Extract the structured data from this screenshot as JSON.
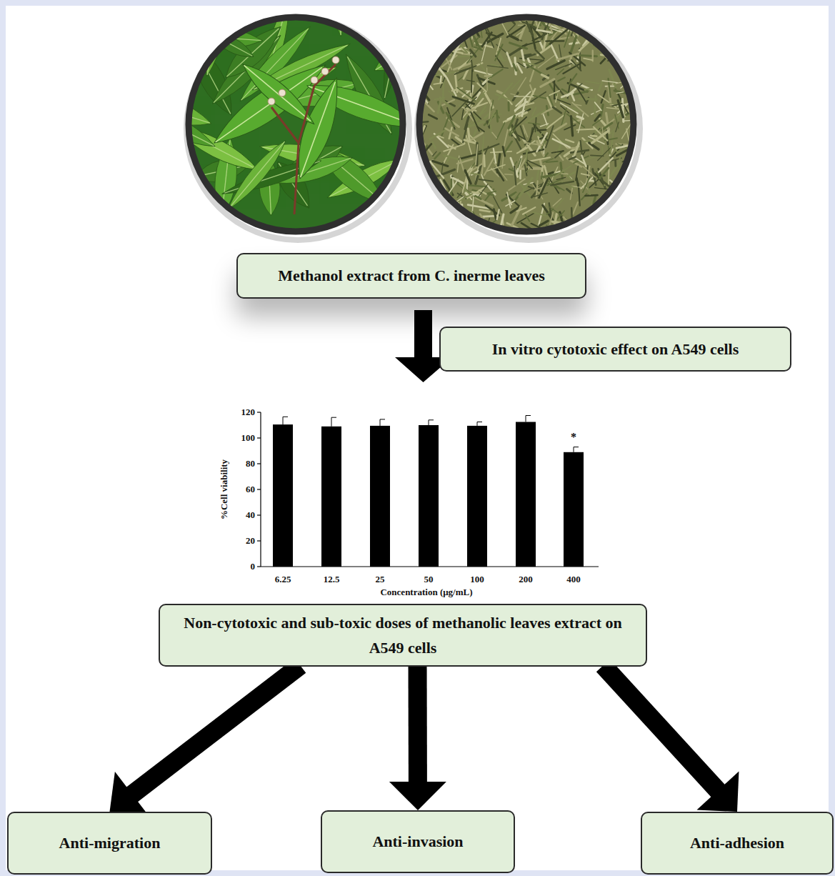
{
  "diagram": {
    "nodes": [
      {
        "text": [
          "Methanol extract from C. inerme leaves"
        ]
      },
      {
        "text": [
          "In vitro cytotoxic effect on A549 cells"
        ]
      },
      {
        "text": [
          "Non-cytotoxic and sub-toxic doses of methanolic leaves extract on A549 cells"
        ]
      },
      {
        "text": [
          "Anti-migration"
        ]
      },
      {
        "text": [
          "Anti-invasion"
        ]
      },
      {
        "text": [
          "Anti-adhesion"
        ]
      }
    ],
    "edges": [
      {
        "from": 2,
        "to": 3,
        "arrow": "to"
      },
      {
        "from": 2,
        "to": 4,
        "arrow": "to"
      },
      {
        "from": 2,
        "to": 5,
        "arrow": "to"
      }
    ],
    "labels": [
      "120",
      "100",
      "80",
      "60",
      "40",
      "20",
      "0",
      "%Cell viability",
      "6.25",
      "12.5",
      "25",
      "50",
      "100",
      "200",
      "400",
      "Concentration (μg/mL)",
      "*"
    ]
  }
}
